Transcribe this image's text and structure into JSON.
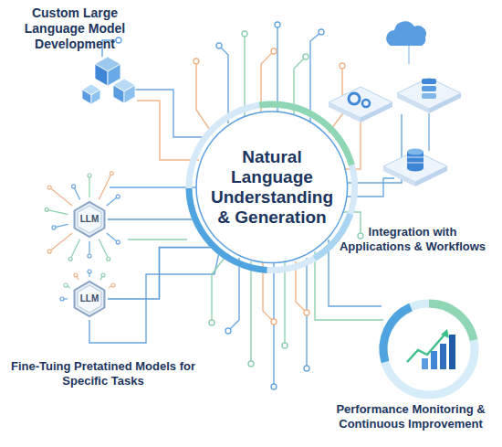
{
  "diagram": {
    "nodes": [
      {
        "text": [
          "Natural Language Understanding & Generation"
        ]
      },
      {
        "text": [
          "LLM"
        ]
      },
      {
        "text": [
          "LLM"
        ]
      }
    ],
    "edges": [
      {
        "from": 0,
        "to": 1,
        "arrow": "none"
      },
      {
        "from": 0,
        "to": 2,
        "arrow": "none"
      }
    ],
    "labels": [
      "Custom Large Language Model Development",
      "Integration with Applications & Workflows",
      "Fine-Tuing Pretatined Models for Specific Tasks",
      "Performance Monitoring & Continuous Improvement"
    ]
  }
}
